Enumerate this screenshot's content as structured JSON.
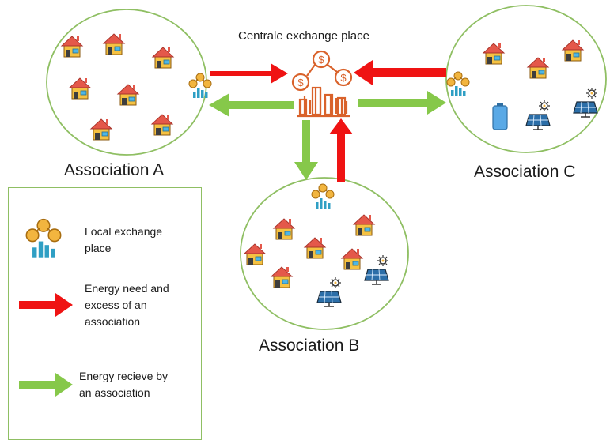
{
  "center": {
    "title": "Centrale exchange place"
  },
  "associations": {
    "a": {
      "label": "Association A"
    },
    "b": {
      "label": "Association B"
    },
    "c": {
      "label": "Association C"
    }
  },
  "legend": {
    "local_exchange": [
      "Local exchange",
      "place"
    ],
    "red_arrow": [
      "Energy need and",
      "excess of an",
      "association"
    ],
    "green_arrow": [
      "Energy recieve by",
      "an association"
    ]
  },
  "colors": {
    "red_arrow": "#ef1313",
    "green_arrow": "#86c84a",
    "circle_stroke": "#8fbf63",
    "roof": "#e4584a",
    "house_wall": "#f5c242",
    "coin": "#f2b53f",
    "bar": "#2f9fc4",
    "central_icon": "#d9622b",
    "solar_panel": "#2b6ea8",
    "battery": "#5aa9e6"
  },
  "icons": [
    "house-icon",
    "local-exchange-icon",
    "central-exchange-icon",
    "solar-panel-icon",
    "battery-icon",
    "arrow-icon"
  ]
}
